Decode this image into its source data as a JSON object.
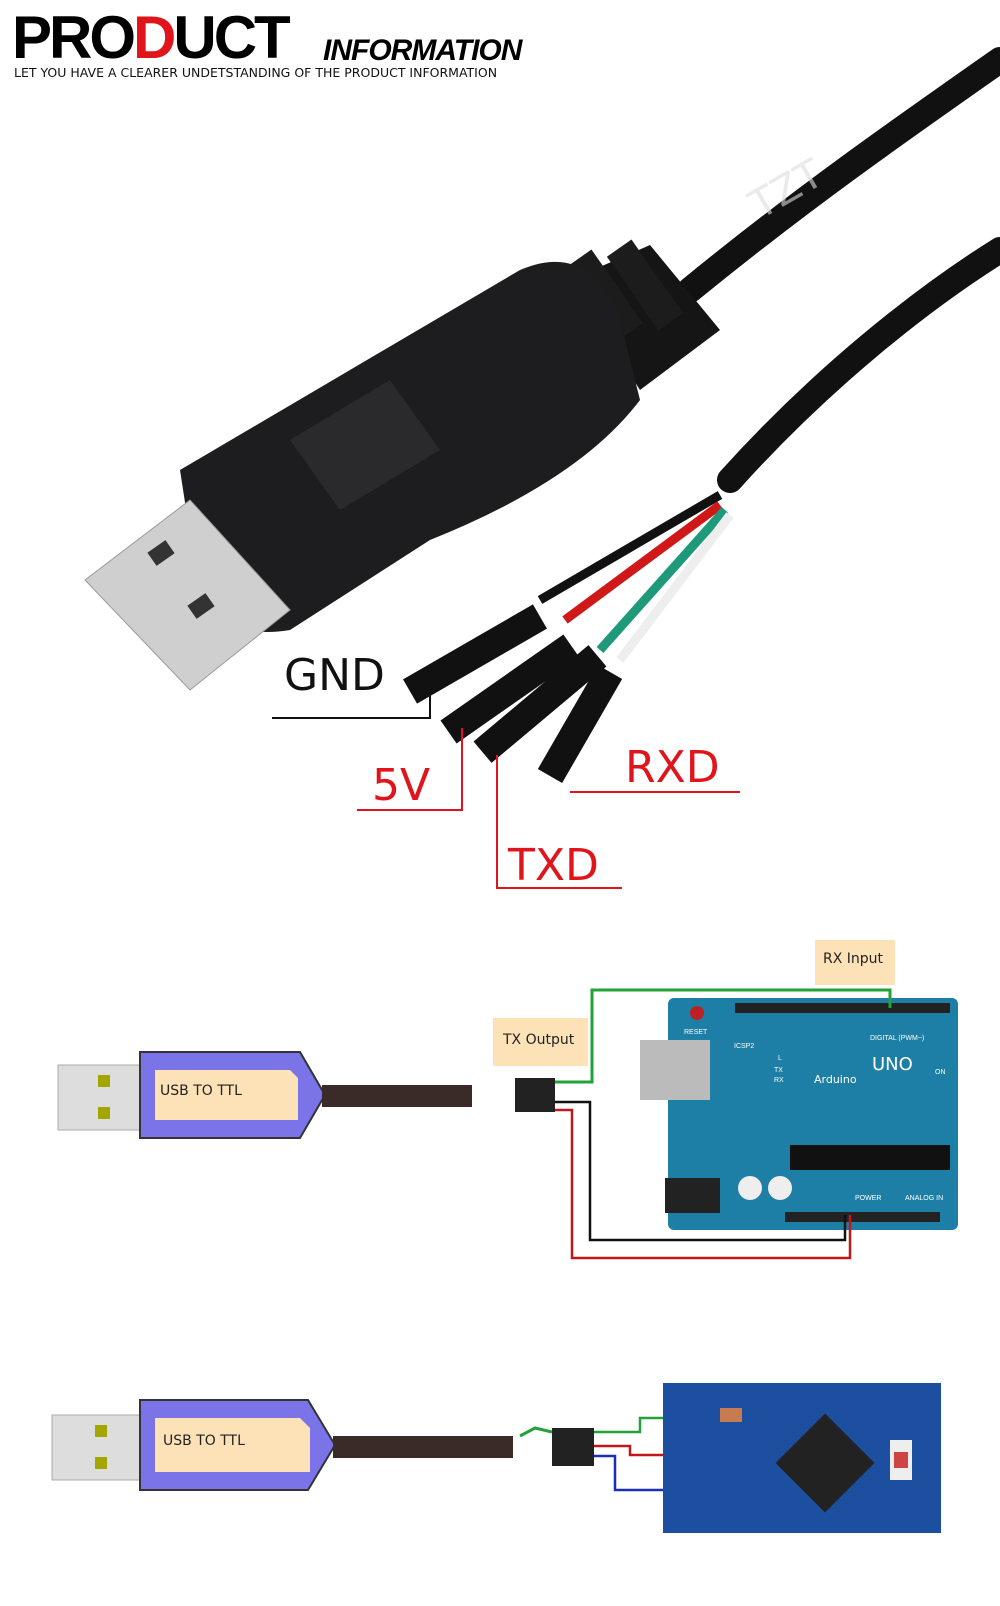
{
  "header": {
    "title_part1": "PRO",
    "title_highlight": "D",
    "title_part2": "UCT",
    "title_suffix": "INFORMATION",
    "subtitle": "LET YOU HAVE A CLEARER UNDETSTANDING OF THE PRODUCT INFORMATION"
  },
  "cable_photo": {
    "watermark": "TZT",
    "pin_labels": {
      "gnd": "GND",
      "v5": "5V",
      "txd": "TXD",
      "rxd": "RXD"
    }
  },
  "diagram_uno": {
    "adapter_label": "USB TO TTL",
    "tx_note": "TX Output",
    "rx_note": "RX Input",
    "board_brand": "Arduino",
    "board_model": "UNO",
    "board_labels": {
      "reset": "RESET",
      "icsp": "ICSP2",
      "digital": "DIGITAL (PWM~)",
      "on": "ON",
      "power": "POWER",
      "analog": "ANALOG IN",
      "l": "L",
      "tx": "TX",
      "rx": "RX"
    }
  },
  "diagram_mini": {
    "adapter_label": "USB TO TTL"
  },
  "colors": {
    "red": "#e0141b",
    "black": "#111111",
    "green": "#22a33a",
    "board_blue": "#1e7fa6",
    "adapter_purple": "#7b73e8",
    "note_bg": "#fde2b8"
  }
}
